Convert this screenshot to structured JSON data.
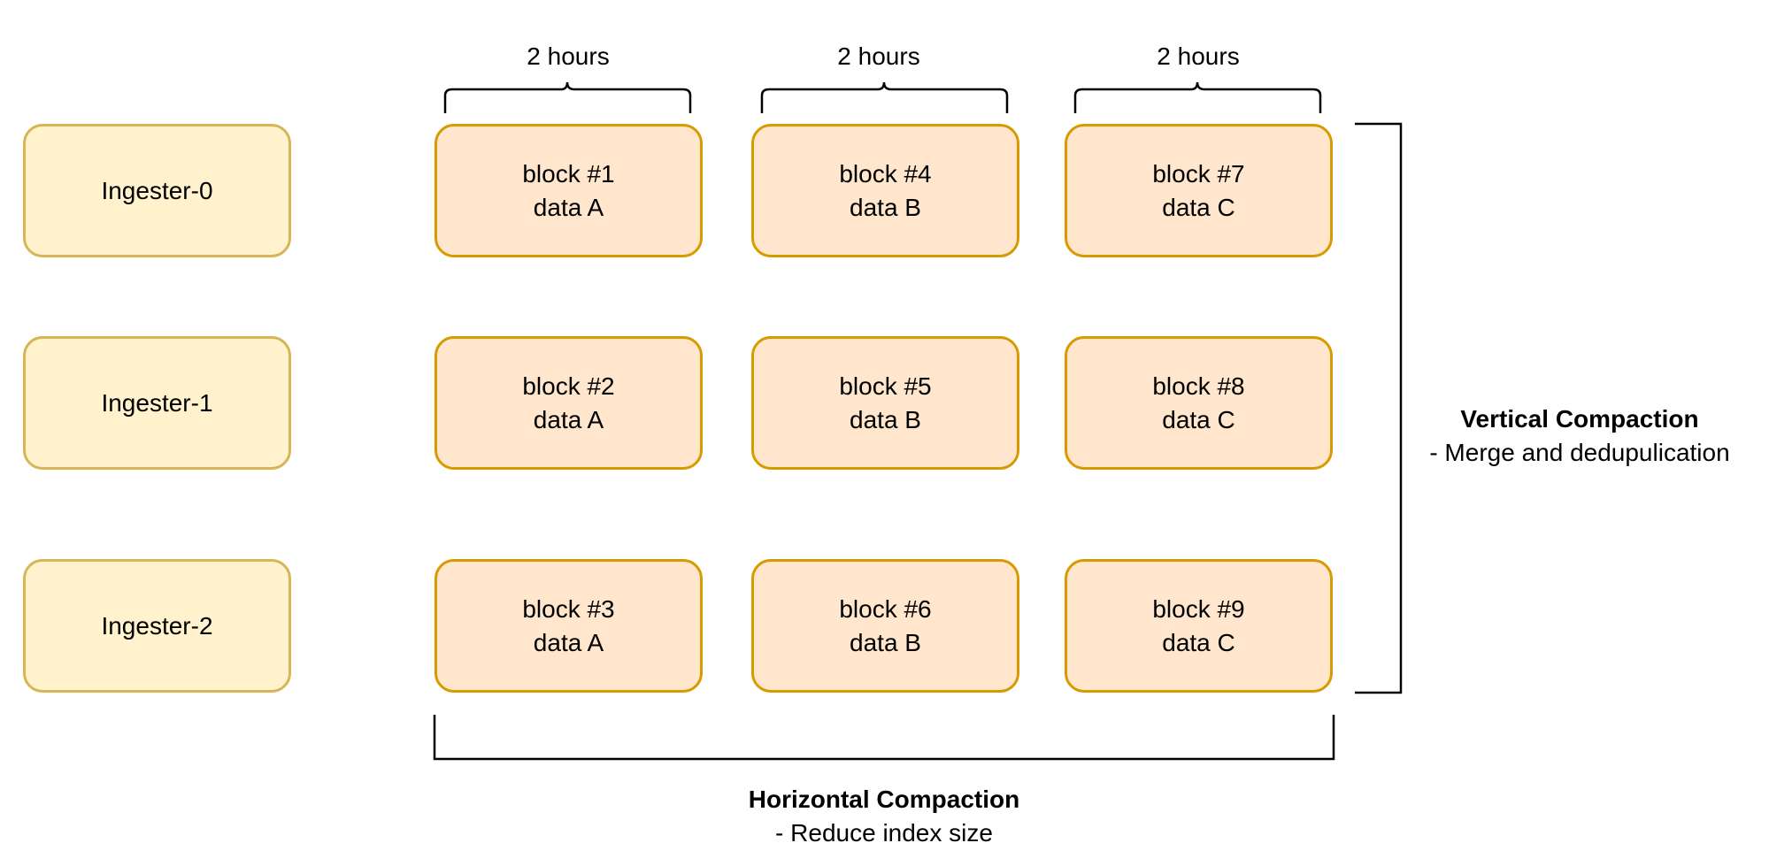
{
  "ingesters": [
    "Ingester-0",
    "Ingester-1",
    "Ingester-2"
  ],
  "columns": [
    {
      "duration": "2 hours",
      "blocks": [
        {
          "id": "block #1",
          "data": "data A"
        },
        {
          "id": "block #2",
          "data": "data A"
        },
        {
          "id": "block #3",
          "data": "data A"
        }
      ]
    },
    {
      "duration": "2 hours",
      "blocks": [
        {
          "id": "block #4",
          "data": "data B"
        },
        {
          "id": "block #5",
          "data": "data B"
        },
        {
          "id": "block #6",
          "data": "data B"
        }
      ]
    },
    {
      "duration": "2 hours",
      "blocks": [
        {
          "id": "block #7",
          "data": "data C"
        },
        {
          "id": "block #8",
          "data": "data C"
        },
        {
          "id": "block #9",
          "data": "data C"
        }
      ]
    }
  ],
  "vertical_compaction": {
    "title": "Vertical Compaction",
    "description": "- Merge and dedupulication"
  },
  "horizontal_compaction": {
    "title": "Horizontal Compaction",
    "description": "- Reduce index size"
  },
  "colors": {
    "ingester_fill": "#fff2cc",
    "ingester_stroke": "#d6b656",
    "block_fill": "#ffe6cc",
    "block_stroke": "#d79b00"
  }
}
